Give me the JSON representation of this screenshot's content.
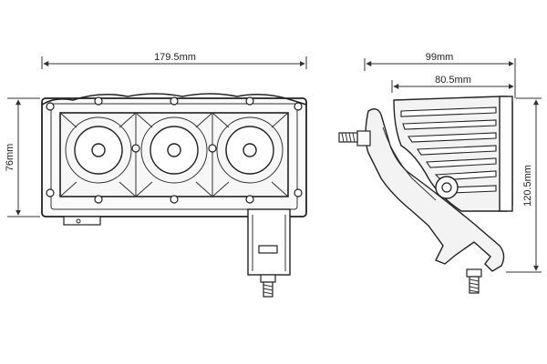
{
  "dimensions": {
    "front_width": "179.5mm",
    "front_height": "76mm",
    "side_depth": "99mm",
    "side_inner_depth": "80.5mm",
    "side_height": "120.5mm"
  },
  "colors": {
    "line": "#222222",
    "background": "#ffffff"
  }
}
